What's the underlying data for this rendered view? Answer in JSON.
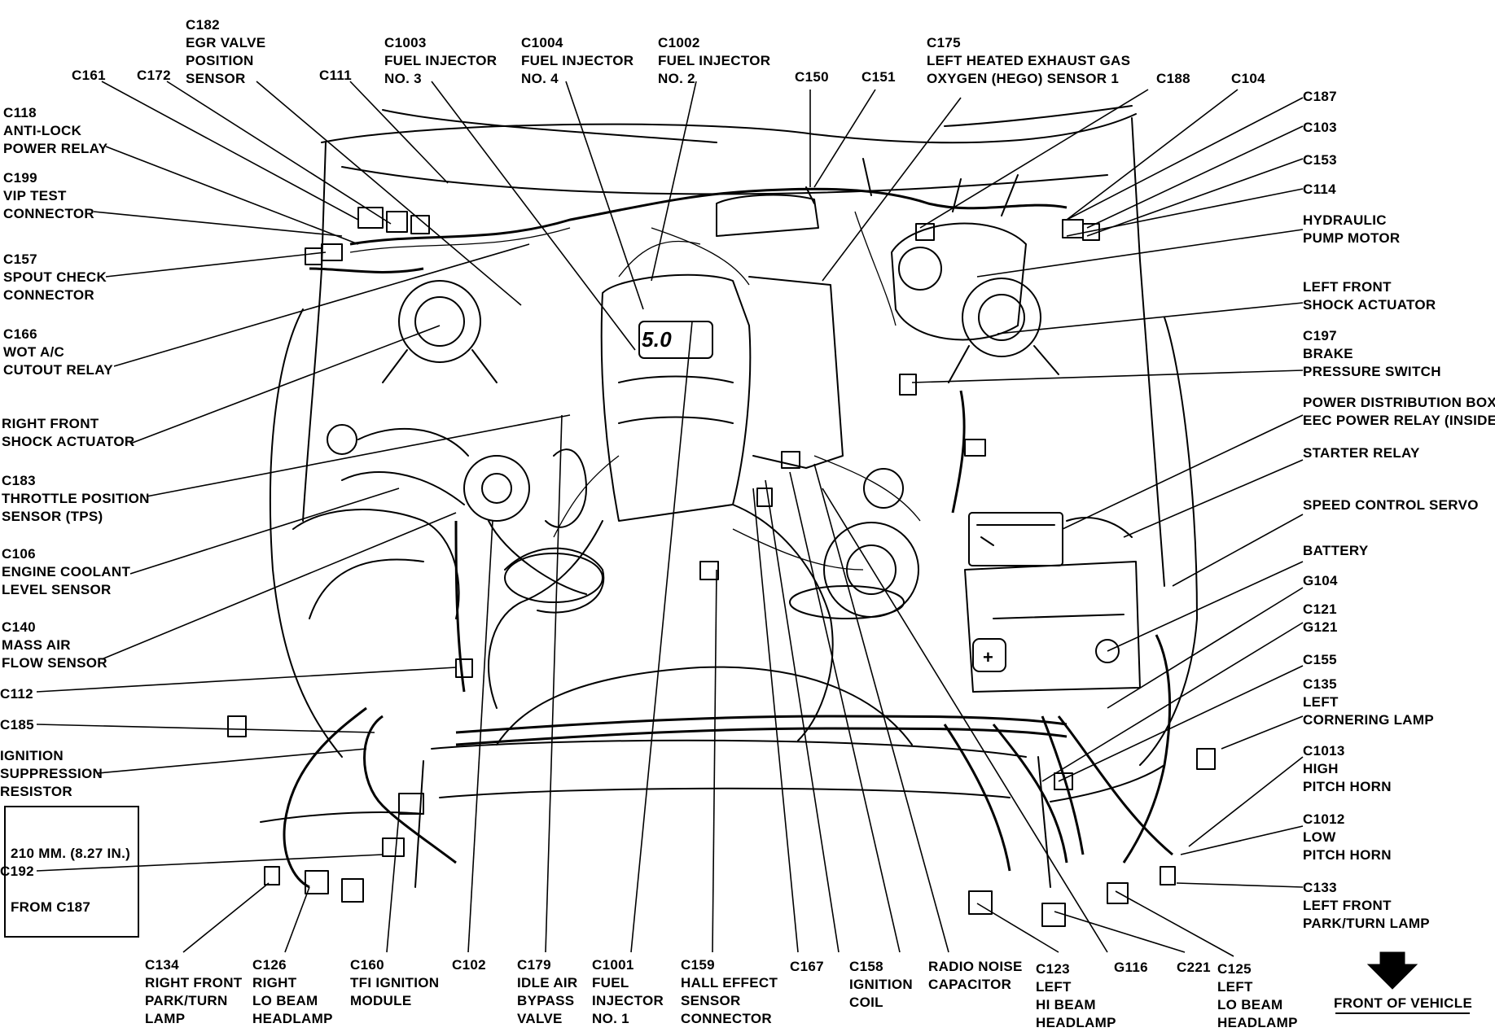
{
  "diagram": {
    "labels": [
      {
        "id": "c182",
        "lines": [
          "C182",
          "EGR VALVE",
          "POSITION",
          "SENSOR"
        ]
      },
      {
        "id": "c161",
        "lines": [
          "C161"
        ]
      },
      {
        "id": "c172",
        "lines": [
          "C172"
        ]
      },
      {
        "id": "c111",
        "lines": [
          "C111"
        ]
      },
      {
        "id": "c1003",
        "lines": [
          "C1003",
          "FUEL INJECTOR",
          "NO. 3"
        ]
      },
      {
        "id": "c1004",
        "lines": [
          "C1004",
          "FUEL INJECTOR",
          "NO. 4"
        ]
      },
      {
        "id": "c1002",
        "lines": [
          "C1002",
          "FUEL INJECTOR",
          "NO. 2"
        ]
      },
      {
        "id": "c150",
        "lines": [
          "C150"
        ]
      },
      {
        "id": "c151",
        "lines": [
          "C151"
        ]
      },
      {
        "id": "c175",
        "lines": [
          "C175",
          "LEFT HEATED EXHAUST GAS",
          "OXYGEN (HEGO) SENSOR 1"
        ]
      },
      {
        "id": "c188",
        "lines": [
          "C188"
        ]
      },
      {
        "id": "c104",
        "lines": [
          "C104"
        ]
      },
      {
        "id": "c118",
        "lines": [
          "C118",
          "ANTI-LOCK",
          "POWER RELAY"
        ]
      },
      {
        "id": "c199",
        "lines": [
          "C199",
          "VIP TEST",
          "CONNECTOR"
        ]
      },
      {
        "id": "c157",
        "lines": [
          "C157",
          "SPOUT CHECK",
          "CONNECTOR"
        ]
      },
      {
        "id": "c166",
        "lines": [
          "C166",
          "WOT A/C",
          "CUTOUT RELAY"
        ]
      },
      {
        "id": "rfshock",
        "lines": [
          "RIGHT FRONT",
          "SHOCK ACTUATOR"
        ]
      },
      {
        "id": "c183",
        "lines": [
          "C183",
          "THROTTLE POSITION",
          "SENSOR (TPS)"
        ]
      },
      {
        "id": "c106",
        "lines": [
          "C106",
          "ENGINE COOLANT",
          "LEVEL SENSOR"
        ]
      },
      {
        "id": "c140",
        "lines": [
          "C140",
          "MASS AIR",
          "FLOW SENSOR"
        ]
      },
      {
        "id": "c112",
        "lines": [
          "C112"
        ]
      },
      {
        "id": "c185",
        "lines": [
          "C185"
        ]
      },
      {
        "id": "ignsup",
        "lines": [
          "IGNITION",
          "SUPPRESSION",
          "RESISTOR"
        ]
      },
      {
        "id": "c192",
        "lines": [
          "C192"
        ]
      },
      {
        "id": "c187",
        "lines": [
          "C187"
        ]
      },
      {
        "id": "c103",
        "lines": [
          "C103"
        ]
      },
      {
        "id": "c153",
        "lines": [
          "C153"
        ]
      },
      {
        "id": "c114",
        "lines": [
          "C114"
        ]
      },
      {
        "id": "hydpump",
        "lines": [
          "HYDRAULIC",
          "PUMP MOTOR"
        ]
      },
      {
        "id": "lfshock",
        "lines": [
          "LEFT FRONT",
          "SHOCK ACTUATOR"
        ]
      },
      {
        "id": "c197",
        "lines": [
          "C197",
          "BRAKE",
          "PRESSURE SWITCH"
        ]
      },
      {
        "id": "pdb",
        "lines": [
          "POWER DISTRIBUTION BOX",
          "EEC POWER RELAY (INSIDE)"
        ]
      },
      {
        "id": "starter",
        "lines": [
          "STARTER RELAY"
        ]
      },
      {
        "id": "speed",
        "lines": [
          "SPEED CONTROL SERVO"
        ]
      },
      {
        "id": "battery",
        "lines": [
          "BATTERY"
        ]
      },
      {
        "id": "g104",
        "lines": [
          "G104"
        ]
      },
      {
        "id": "c121",
        "lines": [
          "C121",
          "G121"
        ]
      },
      {
        "id": "c155",
        "lines": [
          "C155"
        ]
      },
      {
        "id": "c135",
        "lines": [
          "C135",
          "LEFT",
          "CORNERING LAMP"
        ]
      },
      {
        "id": "c1013",
        "lines": [
          "C1013",
          "HIGH",
          "PITCH HORN"
        ]
      },
      {
        "id": "c1012",
        "lines": [
          "C1012",
          "LOW",
          "PITCH HORN"
        ]
      },
      {
        "id": "c133",
        "lines": [
          "C133",
          "LEFT FRONT",
          "PARK/TURN LAMP"
        ]
      },
      {
        "id": "c134",
        "lines": [
          "C134",
          "RIGHT FRONT",
          "PARK/TURN",
          "LAMP"
        ]
      },
      {
        "id": "c126",
        "lines": [
          "C126",
          "RIGHT",
          "LO BEAM",
          "HEADLAMP"
        ]
      },
      {
        "id": "c160",
        "lines": [
          "C160",
          "TFI IGNITION",
          "MODULE"
        ]
      },
      {
        "id": "c102",
        "lines": [
          "C102"
        ]
      },
      {
        "id": "c179",
        "lines": [
          "C179",
          "IDLE AIR",
          "BYPASS",
          "VALVE"
        ]
      },
      {
        "id": "c1001",
        "lines": [
          "C1001",
          "FUEL",
          "INJECTOR",
          "NO. 1"
        ]
      },
      {
        "id": "c159",
        "lines": [
          "C159",
          "HALL EFFECT",
          "SENSOR",
          "CONNECTOR"
        ]
      },
      {
        "id": "c167",
        "lines": [
          "C167"
        ]
      },
      {
        "id": "c158",
        "lines": [
          "C158",
          "IGNITION",
          "COIL"
        ]
      },
      {
        "id": "radio",
        "lines": [
          "RADIO NOISE",
          "CAPACITOR"
        ]
      },
      {
        "id": "c123",
        "lines": [
          "C123",
          "LEFT",
          "HI BEAM",
          "HEADLAMP"
        ]
      },
      {
        "id": "g116",
        "lines": [
          "G116"
        ]
      },
      {
        "id": "c221",
        "lines": [
          "C221"
        ]
      },
      {
        "id": "c125",
        "lines": [
          "C125",
          "LEFT",
          "LO BEAM",
          "HEADLAMP"
        ]
      },
      {
        "id": "front",
        "lines": [
          "FRONT OF VEHICLE"
        ]
      }
    ],
    "dimension_box": [
      "210 MM. (8.27 IN.)",
      "FROM C187"
    ],
    "engine_badge": "5.0"
  }
}
